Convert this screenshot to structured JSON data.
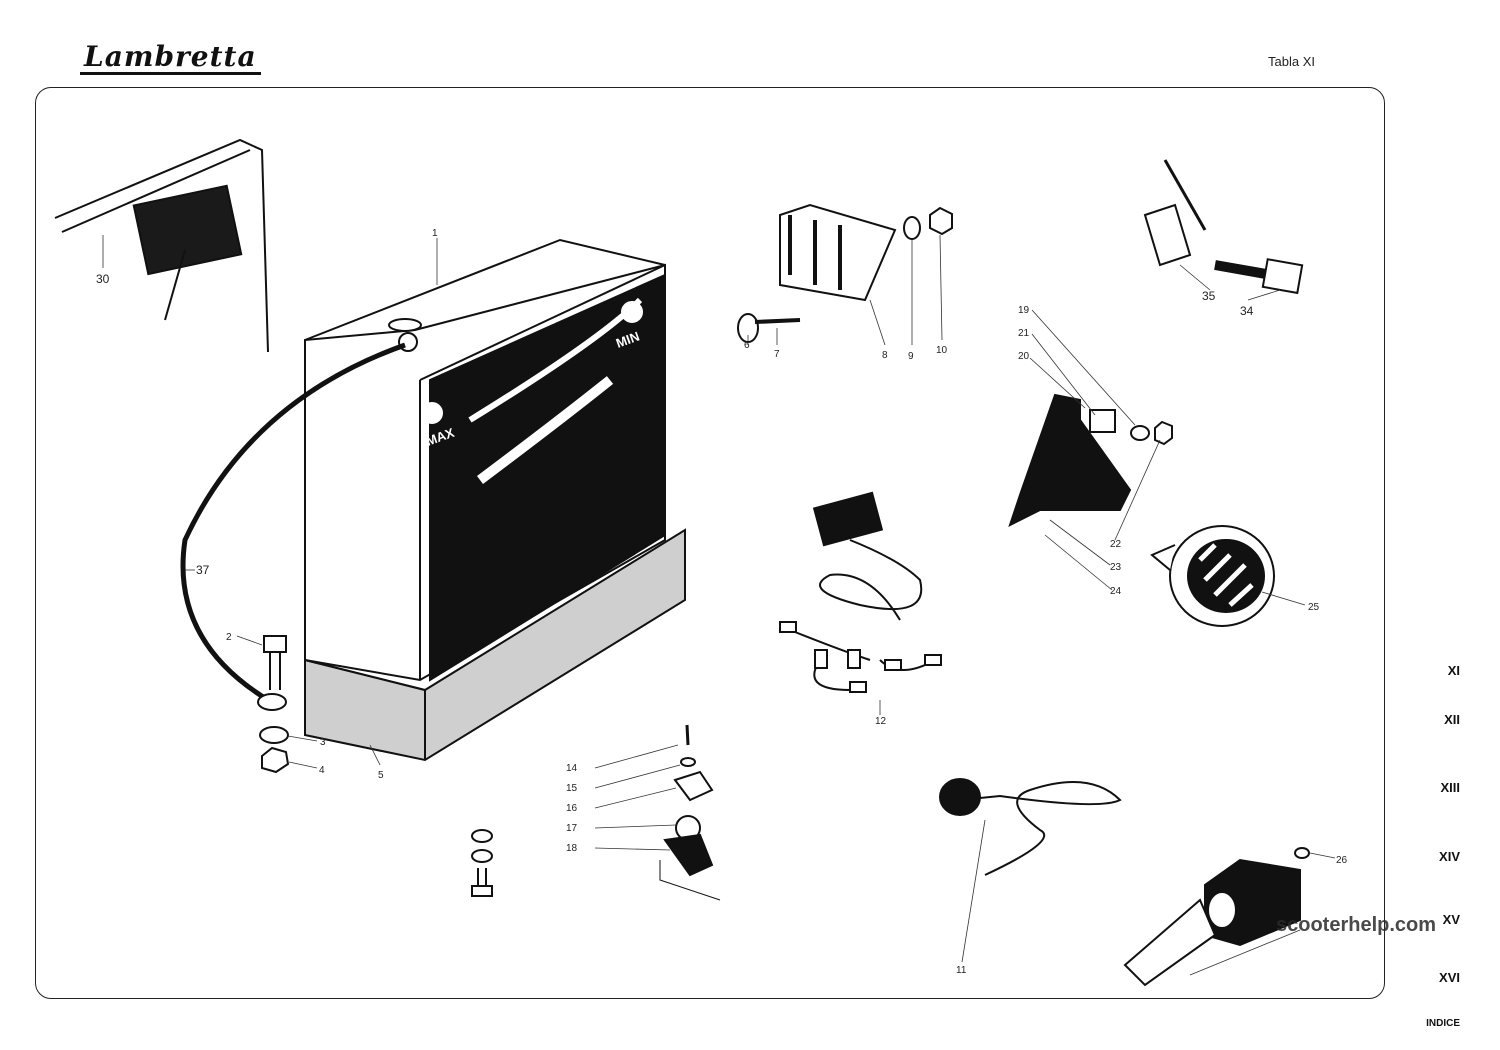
{
  "header": {
    "brand": "Lambretta",
    "table": "Tabla XI"
  },
  "callouts": {
    "c1": "1",
    "c2": "2",
    "c3": "3",
    "c4": "4",
    "c5": "5",
    "c6": "6",
    "c7": "7",
    "c8": "8",
    "c9": "9",
    "c10": "10",
    "c11": "11",
    "c12": "12",
    "c14": "14",
    "c15": "15",
    "c16": "16",
    "c17": "17",
    "c18": "18",
    "c19": "19",
    "c20": "20",
    "c21": "21",
    "c22": "22",
    "c23": "23",
    "c24": "24",
    "c25": "25",
    "c26": "26",
    "c30": "30",
    "c34": "34",
    "c35": "35",
    "c37": "37"
  },
  "battery": {
    "max_label": "MAX",
    "min_label": "MIN"
  },
  "nav": [
    "XI",
    "XII",
    "XIII",
    "XIV",
    "XV",
    "XVI",
    "INDICE"
  ],
  "watermark": "scooterhelp.com"
}
